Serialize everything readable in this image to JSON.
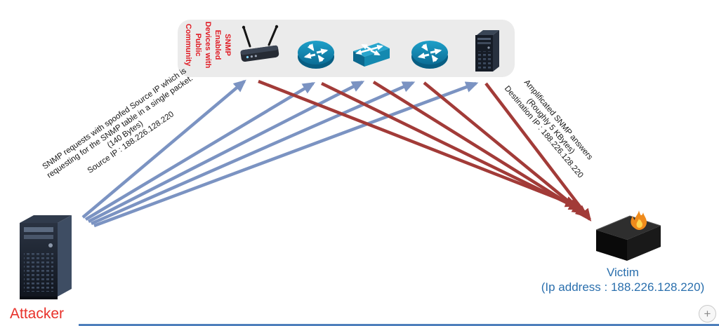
{
  "device_box": {
    "label": "SNMP\nEnabled\nDevices with\nPublic\nCommunity",
    "icons": [
      "wireless-router-icon",
      "router-icon",
      "switch-icon",
      "router-icon",
      "server-icon"
    ]
  },
  "attack_flow": {
    "label": "SNMP requests with spoofed Source IP which is\nrequesting for the SNMP table in a single packet.\n(140 Bytes)\nSource IP : 188.226.128.220"
  },
  "response_flow": {
    "label": "Amplificated SNMP answers\n(Roughly 5 KBytes)\nDestination IP : 188.226.128.220"
  },
  "attacker": {
    "label": "Attacker"
  },
  "victim": {
    "label": "Victim",
    "ip_label": "(Ip address : 188.226.128.220)"
  },
  "zoom_button": {
    "label": "+"
  },
  "colors": {
    "red_label": "#e01b24",
    "blue_label": "#2a6fad",
    "attack_arrow": "#7b93c2",
    "response_arrow": "#a23b38",
    "device_box_bg": "#ebebeb",
    "cisco_teal": "#1492bd",
    "divider_blue": "#4e7fbc"
  }
}
